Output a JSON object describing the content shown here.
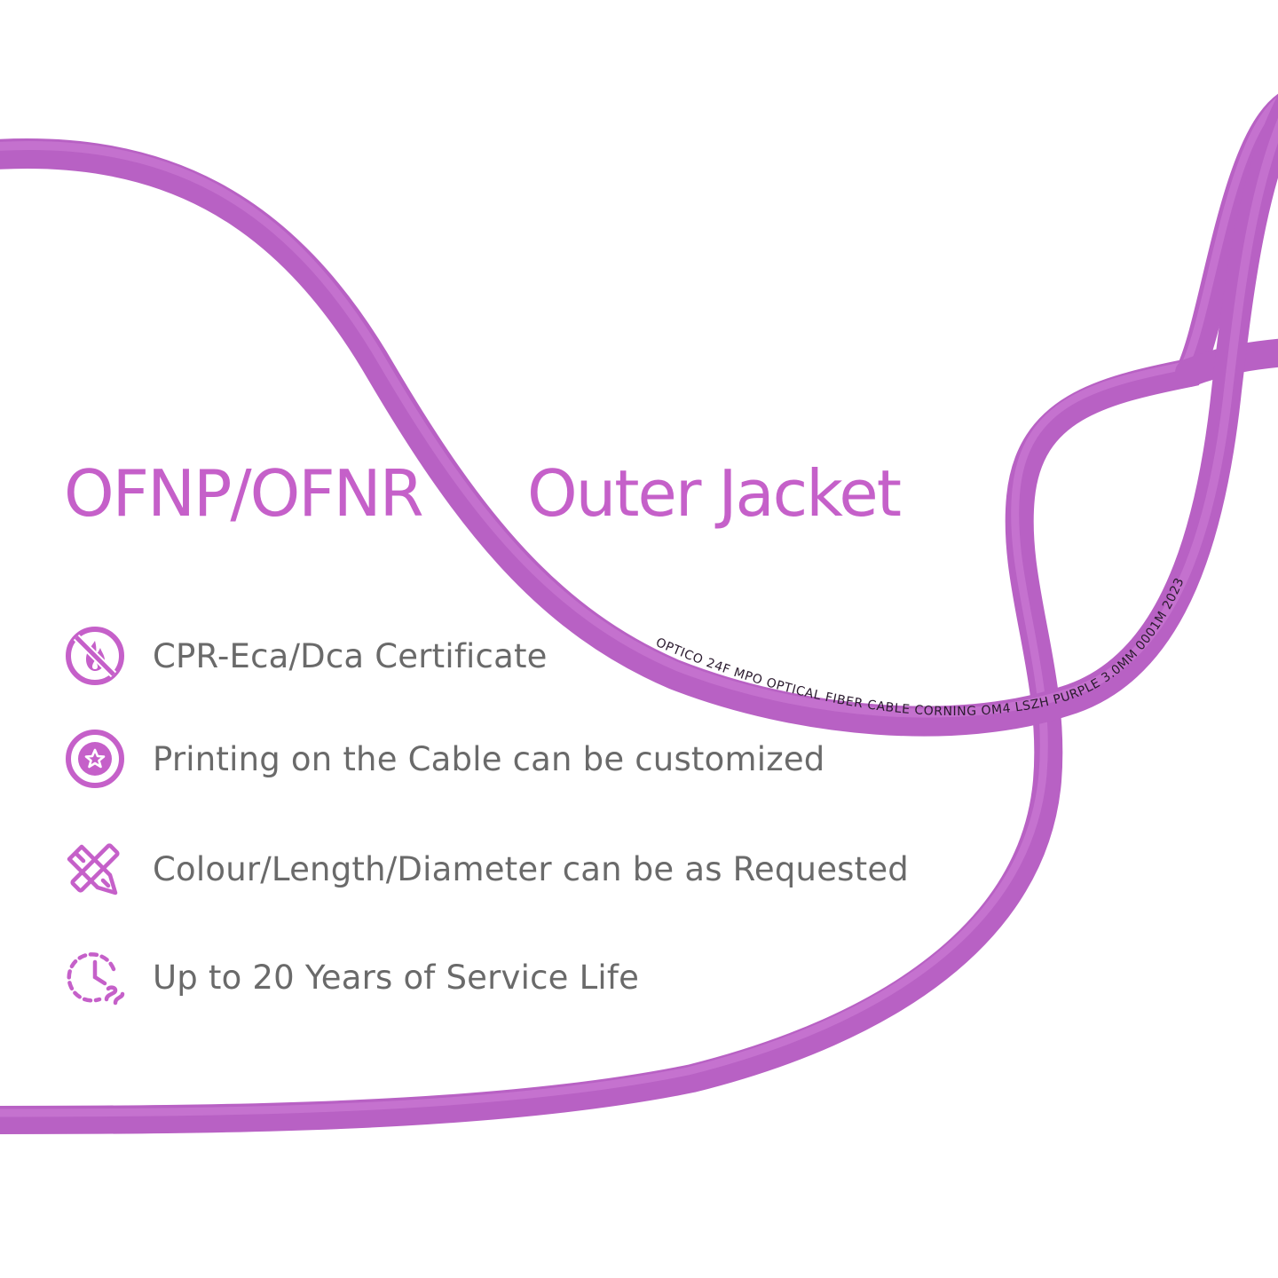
{
  "title": {
    "part1": "OFNP/OFNR",
    "part2": "Outer Jacket"
  },
  "cable": {
    "print_text": "OPTICO 24F MPO OPTICAL FIBER CABLE CORNING OM4 LSZH PURPLE 3.0MM 0001M 2023",
    "color": "#b861c4",
    "highlight": "#cf82d8",
    "shadow": "#9a45a8"
  },
  "features": [
    {
      "icon": "no-fire-icon",
      "label": "CPR-Eca/Dca Certificate"
    },
    {
      "icon": "star-badge-icon",
      "label": "Printing on the Cable can be customized"
    },
    {
      "icon": "pencil-ruler-icon",
      "label": "Colour/Length/Diameter can be as Requested"
    },
    {
      "icon": "clock-cycle-icon",
      "label": "Up to 20 Years of Service Life"
    }
  ],
  "colors": {
    "accent": "#c560c9",
    "text": "#6a6a6a",
    "background": "#ffffff"
  }
}
